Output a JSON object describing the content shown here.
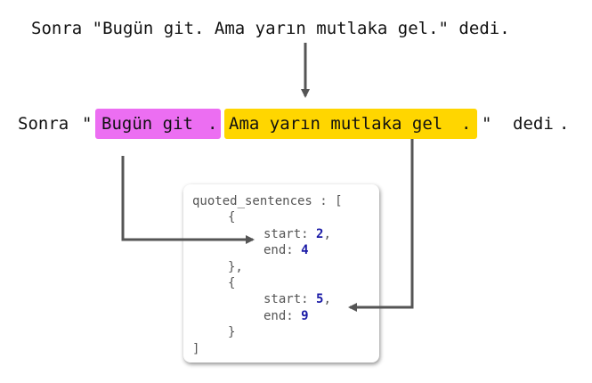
{
  "source_sentence": "Sonra \"Bugün git. Ama yarın mutlaka gel.\" dedi.",
  "tokens": [
    "Sonra",
    "\"",
    "Bugün git",
    ".",
    "Ama yarın mutlaka gel",
    ".",
    "\"",
    "dedi",
    "."
  ],
  "highlight_colors": {
    "first_quote": "#ec6ef2",
    "second_quote": "#ffd600",
    "number": "#1a1aa6",
    "arrow": "#555555"
  },
  "code": {
    "header": "quoted_sentences : [",
    "open_brace_1": "{",
    "start_key_1": "start: ",
    "start_val_1": "2",
    "start_comma_1": ",",
    "end_key_1": "end: ",
    "end_val_1": "4",
    "close_brace_1": "},",
    "open_brace_2": "{",
    "start_key_2": "start: ",
    "start_val_2": "5",
    "start_comma_2": ",",
    "end_key_2": "end: ",
    "end_val_2": "9",
    "close_brace_2": "}",
    "footer": "]"
  }
}
